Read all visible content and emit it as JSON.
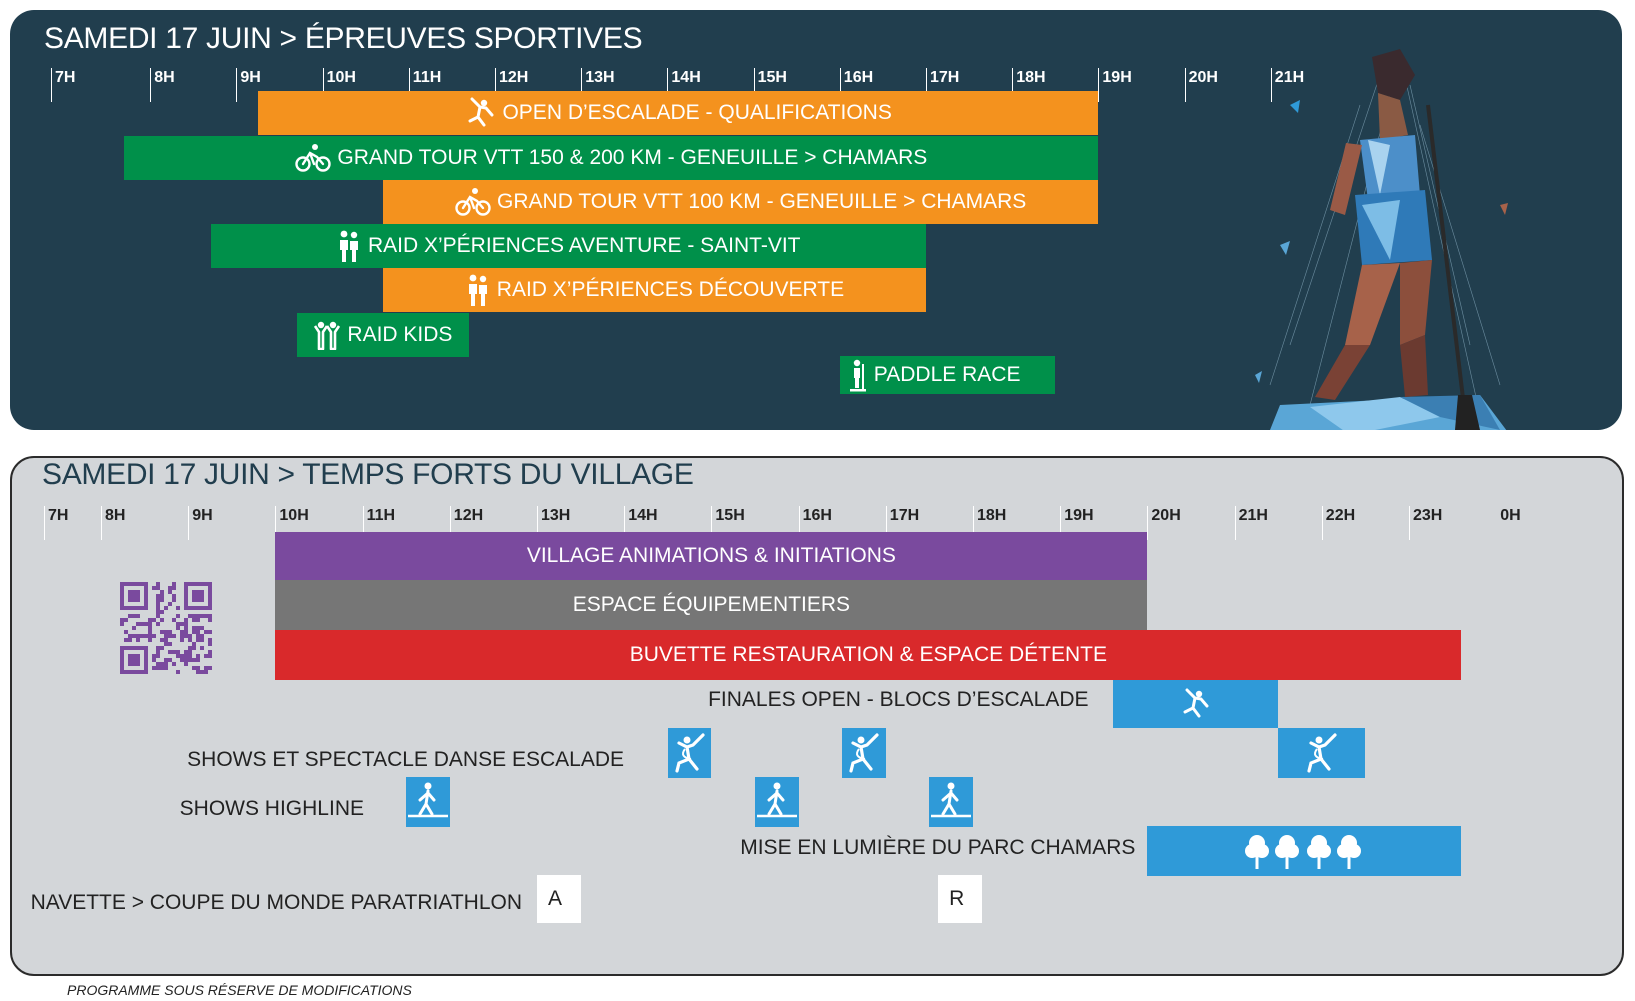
{
  "colors": {
    "orange": "#f4921e",
    "green": "#00904a",
    "purple": "#7a4a9e",
    "grey": "#767676",
    "red": "#d9292b",
    "blue": "#2f9ad8",
    "qr": "#7a4a9e"
  },
  "top": {
    "title": "SAMEDI 17 JUIN > ÉPREUVES SPORTIVES",
    "hours": [
      "7H",
      "8H",
      "9H",
      "10H",
      "11H",
      "12H",
      "13H",
      "14H",
      "15H",
      "16H",
      "17H",
      "18H",
      "19H",
      "20H",
      "21H"
    ],
    "events": [
      {
        "label": "OPEN D’ESCALADE - QUALIFICATIONS",
        "color": "orange",
        "icon": "climber-icon",
        "start": 9.25,
        "end": 19
      },
      {
        "label": "GRAND TOUR VTT 150 & 200 KM - GENEUILLE > CHAMARS",
        "color": "green",
        "icon": "bike-icon",
        "start": 7.7,
        "end": 19
      },
      {
        "label": "GRAND TOUR VTT 100 KM - GENEUILLE > CHAMARS",
        "color": "orange",
        "icon": "bike-icon",
        "start": 10.7,
        "end": 19
      },
      {
        "label": "RAID X’PÉRIENCES AVENTURE - SAINT-VIT",
        "color": "green",
        "icon": "hikers-icon",
        "start": 8.7,
        "end": 17
      },
      {
        "label": "RAID X’PÉRIENCES DÉCOUVERTE",
        "color": "orange",
        "icon": "hikers-icon",
        "start": 10.7,
        "end": 17
      },
      {
        "label": "RAID KIDS",
        "color": "green",
        "icon": "kids-icon",
        "start": 9.7,
        "end": 11.7
      },
      {
        "label": "PADDLE RACE",
        "color": "green",
        "icon": "paddle-icon",
        "start": 16,
        "end": 18.5
      }
    ]
  },
  "bottom": {
    "title": "SAMEDI 17 JUIN > TEMPS FORTS DU VILLAGE",
    "hours": [
      "7H",
      "8H",
      "9H",
      "10H",
      "11H",
      "12H",
      "13H",
      "14H",
      "15H",
      "16H",
      "17H",
      "18H",
      "19H",
      "20H",
      "21H",
      "22H",
      "23H",
      "0H"
    ],
    "bars": [
      {
        "label": "VILLAGE ANIMATIONS & INITIATIONS",
        "color": "purple",
        "start": 10,
        "end": 20
      },
      {
        "label": "ESPACE ÉQUIPEMENTIERS",
        "color": "grey",
        "start": 10,
        "end": 20
      },
      {
        "label": "BUVETTE RESTAURATION & ESPACE DÉTENTE",
        "color": "red",
        "start": 10,
        "end": 23.6
      }
    ],
    "rows": {
      "finales": {
        "label": "FINALES OPEN - BLOCS D’ESCALADE",
        "icon": "climber-icon",
        "start": 19.6,
        "end": 21.5
      },
      "shows_danse": {
        "label": "SHOWS ET SPECTACLE DANSE ESCALADE",
        "icon": "dancer-icon",
        "slots": [
          [
            14.5,
            15
          ],
          [
            16.5,
            17
          ],
          [
            21.5,
            22.5
          ]
        ]
      },
      "highline": {
        "label": "SHOWS HIGHLINE",
        "icon": "highliner-icon",
        "slots": [
          [
            11.5,
            12
          ],
          [
            15.5,
            16
          ],
          [
            17.5,
            18
          ]
        ]
      },
      "lumiere": {
        "label": "MISE EN LUMIÈRE DU PARC CHAMARS",
        "icon": "trees-icon",
        "start": 20,
        "end": 23.6
      },
      "navette": {
        "label": "NAVETTE > COUPE DU MONDE PARATRIATHLON",
        "boxes": [
          {
            "letter": "A",
            "start": 13,
            "end": 13.5
          },
          {
            "letter": "R",
            "start": 17.6,
            "end": 18.1
          }
        ]
      }
    }
  },
  "footnote": "PROGRAMME SOUS RÉSERVE DE MODIFICATIONS"
}
